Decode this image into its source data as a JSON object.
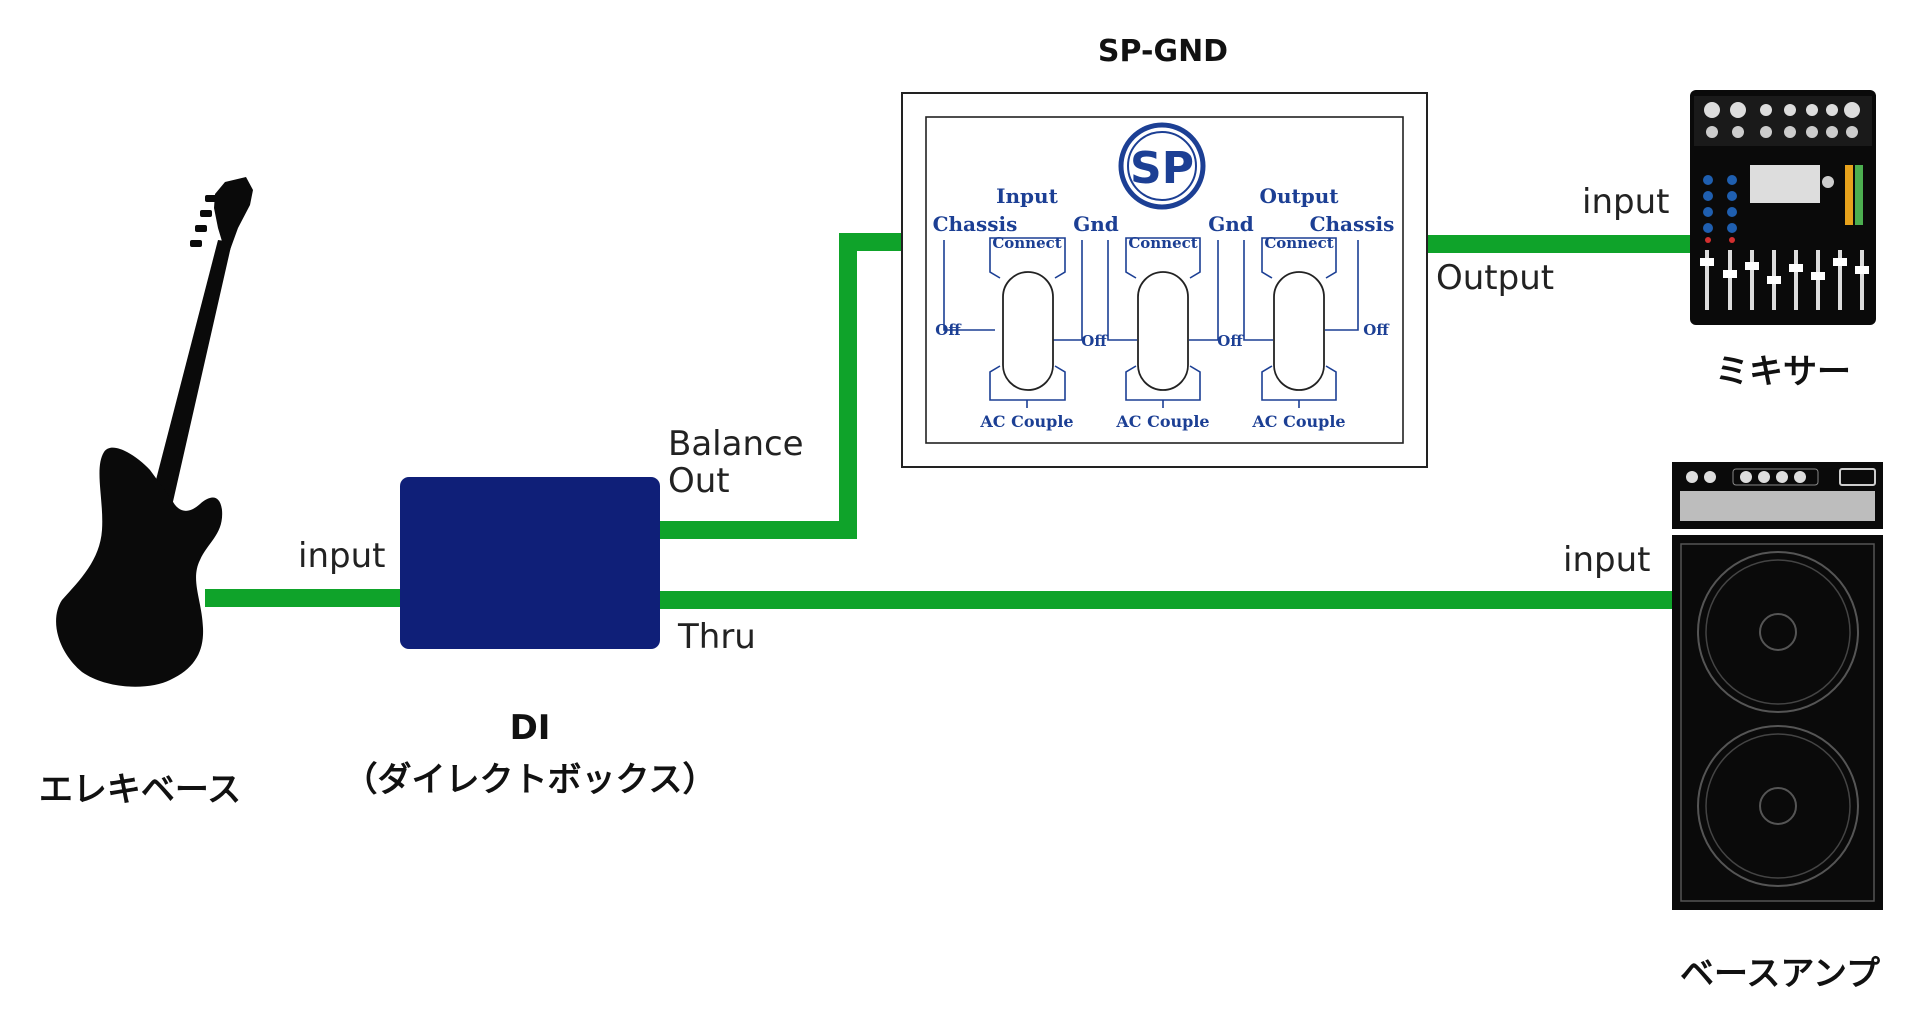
{
  "devices": {
    "bass": {
      "label": "エレキベース"
    },
    "di": {
      "label": "DI",
      "sublabel": "（ダイレクトボックス）"
    },
    "spgnd": {
      "label": "SP-GND"
    },
    "mixer": {
      "label": "ミキサー"
    },
    "amp": {
      "label": "ベースアンプ"
    }
  },
  "ports": {
    "di_input": "input",
    "di_balance_out": "Balance\nOut",
    "di_thru": "Thru",
    "spgnd_output": "Output",
    "mixer_input": "input",
    "amp_input": "input"
  },
  "panel": {
    "logo": "SP",
    "input_label": "Input",
    "output_label": "Output",
    "chassis_left": "Chassis",
    "chassis_right": "Chassis",
    "gnd_left": "Gnd",
    "gnd_right": "Gnd",
    "connect": "Connect",
    "off": "Off",
    "ac_couple": "AC Couple"
  },
  "colors": {
    "cable": "#0fa32a",
    "di_body": "#0f1f78",
    "panel_ink": "#1c3f94",
    "device_black": "#0a0a0a"
  }
}
